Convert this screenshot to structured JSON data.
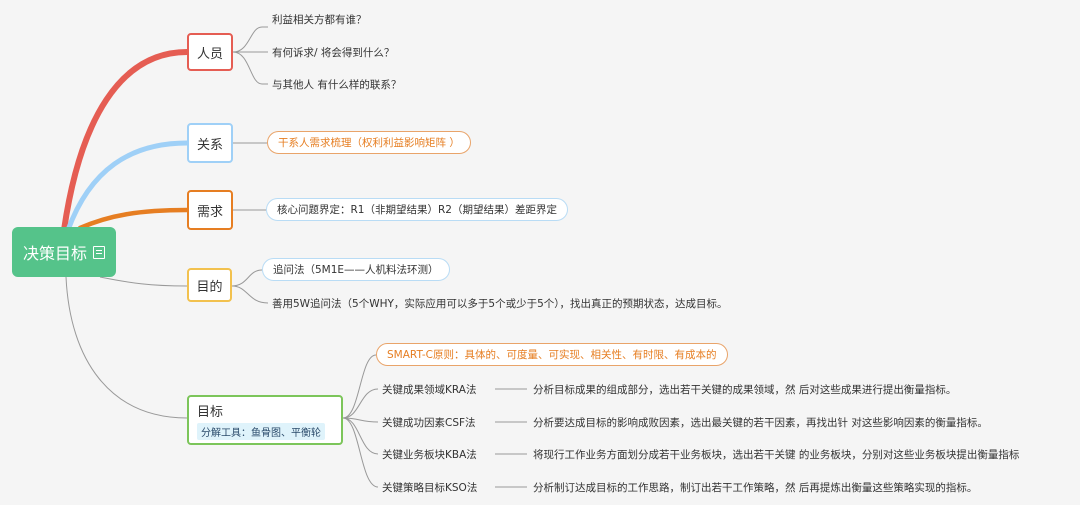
{
  "root": {
    "label": "决策目标"
  },
  "colors": {
    "red": "#e55d53",
    "blue": "#9fd0f7",
    "orange": "#e67e22",
    "yellow": "#f2c14e",
    "green": "#7cc55a",
    "root": "#55c38a"
  },
  "branches": {
    "people": {
      "label": "人员",
      "items": [
        "利益相关方都有谁？",
        "有何诉求/ 将会得到什么？",
        "与其他人 有什么样的联系？"
      ]
    },
    "relation": {
      "label": "关系",
      "items": [
        "干系人需求梳理（权利利益影响矩阵 ）"
      ]
    },
    "demand": {
      "label": "需求",
      "items": [
        "核心问题界定：R1（非期望结果）R2（期望结果）差距界定"
      ]
    },
    "purpose": {
      "label": "目的",
      "items": [
        "追问法（5M1E——人机料法环测）",
        "善用5W追问法（5个WHY，实际应用可以多于5个或少于5个），找出真正的预期状态，达成目标。"
      ]
    },
    "goal": {
      "label": "目标",
      "tool": "分解工具：鱼骨图、平衡轮",
      "smart": "SMART-C原则：具体的、可度量、可实现、相关性、有时限、有成本的",
      "methods": [
        {
          "name": "关键成果领域KRA法",
          "desc": "分析目标成果的组成部分，选出若干关键的成果领域，然 后对这些成果进行提出衡量指标。"
        },
        {
          "name": "关键成功因素CSF法",
          "desc": "分析要达成目标的影响成败因素，选出最关键的若干因素，再找出针 对这些影响因素的衡量指标。"
        },
        {
          "name": "关键业务板块KBA法",
          "desc": "将现行工作业务方面划分成若干业务板块，选出若干关键 的业务板块，分别对这些业务板块提出衡量指标"
        },
        {
          "name": "关键策略目标KSO法",
          "desc": "分析制订达成目标的工作思路，制订出若干工作策略，然 后再提炼出衡量这些策略实现的指标。"
        }
      ]
    }
  }
}
